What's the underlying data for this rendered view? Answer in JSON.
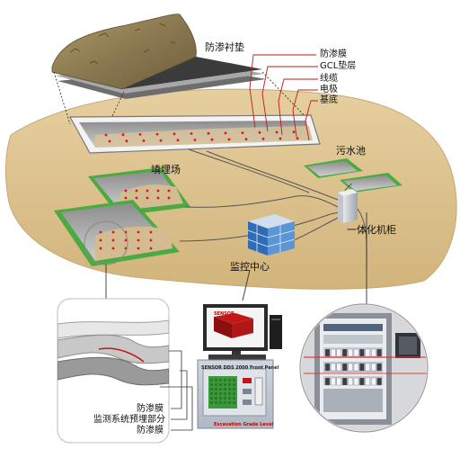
{
  "labels": {
    "liner_top": "防渗衬垫",
    "layer_membrane": "防渗膜",
    "layer_gcl": "GCL垫层",
    "layer_cable": "线缆",
    "layer_electrode": "电极",
    "layer_base": "基底",
    "sewage_pool": "污水池",
    "landfill": "填埋场",
    "monitor_center": "监控中心",
    "cabinet": "一体化机柜",
    "detail_membrane_1": "防渗膜",
    "detail_system": "监测系统预埋部分",
    "detail_membrane_2": "防渗膜"
  },
  "monitor": {
    "brand": "SENSOR",
    "panel_title": "SENSOR DDS 2000 Front Panel",
    "panel_footer": "Excavation Grade Level"
  },
  "colors": {
    "ground": "#dcc28f",
    "ground_edge": "#c8a874",
    "soil": "#8a7850",
    "sensor_dot": "#d81818",
    "callout_line": "#c21818",
    "screen_green": "#3a9a3a",
    "building_blue": "#3a7bc8"
  }
}
